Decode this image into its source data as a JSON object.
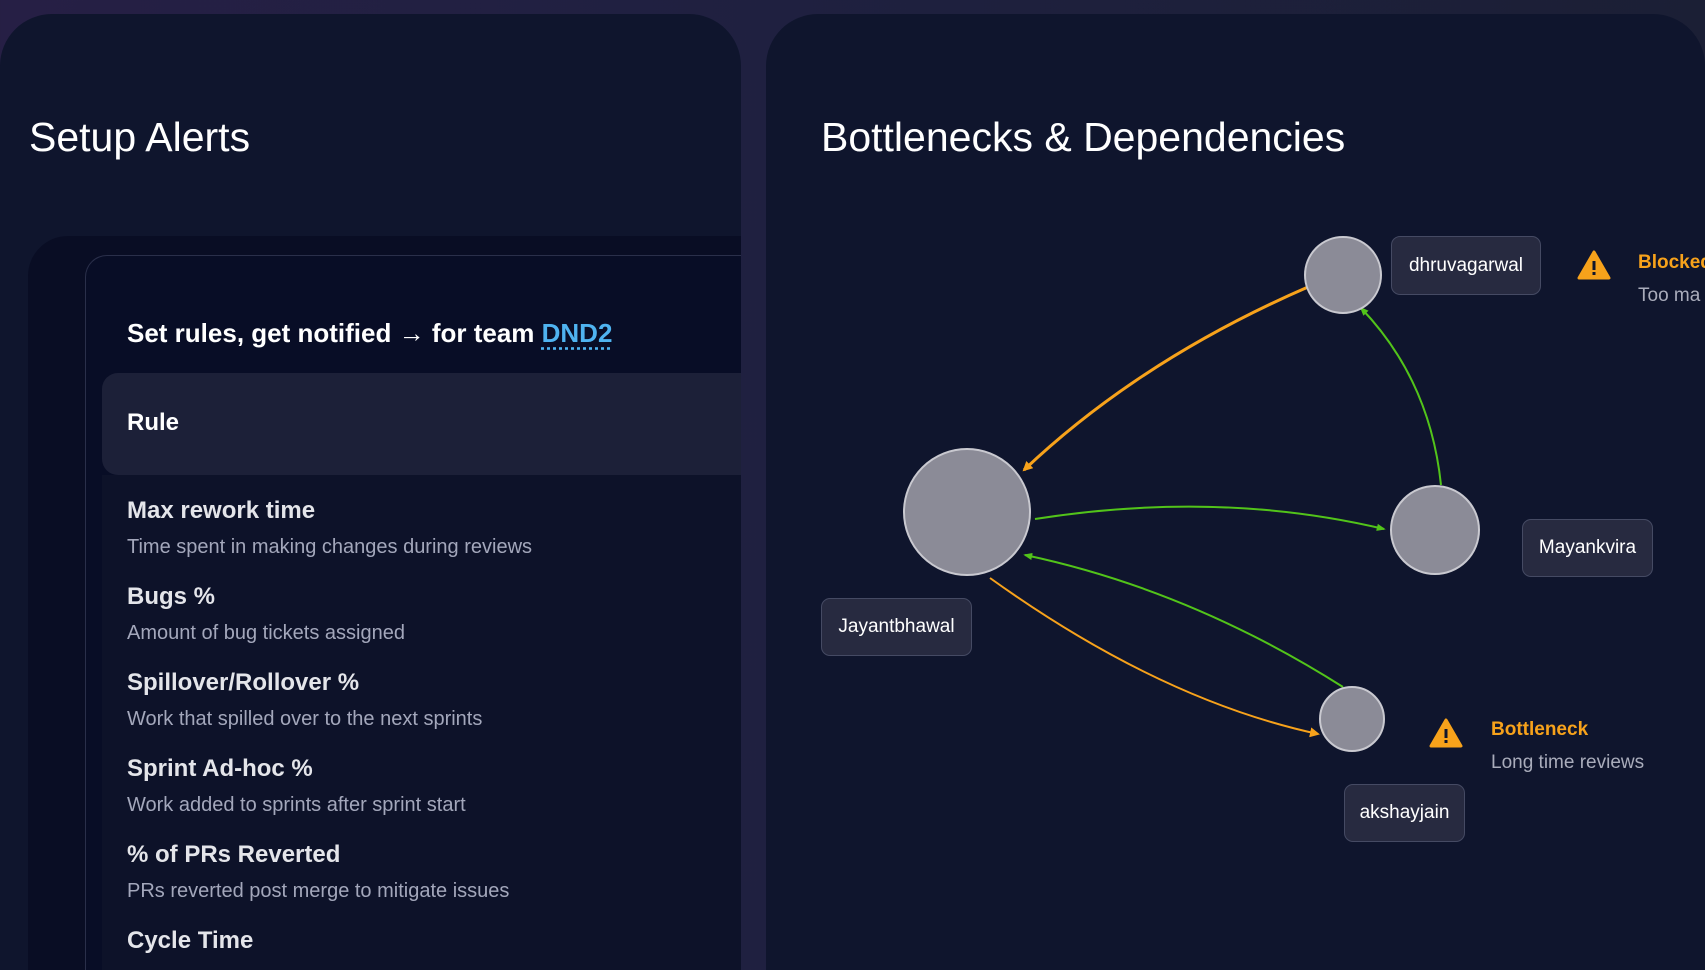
{
  "setup_alerts": {
    "title": "Setup Alerts",
    "subtitle_prefix": "Set rules, get notified → for team ",
    "team": "DND2",
    "rule_header": "Rule",
    "rules": [
      {
        "name": "Max rework time",
        "desc": "Time spent in making changes during reviews"
      },
      {
        "name": "Bugs %",
        "desc": "Amount of bug tickets assigned"
      },
      {
        "name": "Spillover/Rollover %",
        "desc": "Work that spilled over to the next sprints"
      },
      {
        "name": "Sprint Ad-hoc %",
        "desc": "Work added to sprints after sprint start"
      },
      {
        "name": "% of PRs Reverted",
        "desc": "PRs reverted post merge to mitigate issues"
      },
      {
        "name": "Cycle Time",
        "desc": ""
      }
    ]
  },
  "graph": {
    "title": "Bottlenecks & Dependencies",
    "nodes": {
      "jayant": "Jayantbhawal",
      "dhruv": "dhruvagarwal",
      "mayank": "Mayankvira",
      "akshay": "akshayjain"
    },
    "alerts": [
      {
        "icon": "warning-icon",
        "title": "Blocked",
        "desc": "Too ma"
      },
      {
        "icon": "warning-icon",
        "title": "Bottleneck",
        "desc": "Long time reviews"
      }
    ],
    "colors": {
      "blocking": "#f7a21b",
      "dependency": "#52c41a"
    }
  }
}
